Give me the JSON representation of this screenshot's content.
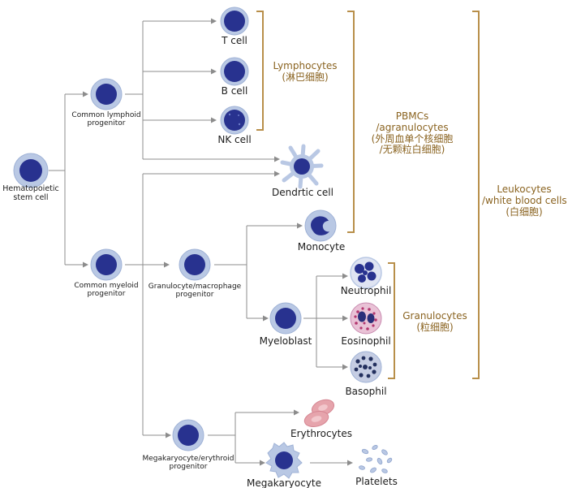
{
  "nodes": {
    "hsc": [
      "Hematopoietic",
      "stem cell"
    ],
    "clp": [
      "Common lymphoid",
      "progenitor"
    ],
    "cmp": [
      "Common myeloid",
      "progenitor"
    ],
    "gmp": [
      "Granulocyte/macrophage",
      "progenitor"
    ],
    "mep": [
      "Megakaryocyte/erythroid",
      "progenitor"
    ],
    "tcell": "T cell",
    "bcell": "B cell",
    "nkcell": "NK cell",
    "dendritic": "Dendrtic cell",
    "monocyte": "Monocyte",
    "myeloblast": "Myeloblast",
    "neutrophil": "Neutrophil",
    "eosinophil": "Eosinophil",
    "basophil": "Basophil",
    "erythrocytes": "Erythrocytes",
    "megakaryocyte": "Megakaryocyte",
    "platelets": "Platelets"
  },
  "groups": {
    "lymphocytes": [
      "Lymphocytes",
      "(淋巴细胞)"
    ],
    "pbmc": [
      "PBMCs",
      "/agranulocytes",
      "(外周血单个核细胞",
      "/无颗粒白细胞)"
    ],
    "granulocytes": [
      "Granulocytes",
      "(粒细胞)"
    ],
    "leukocytes": [
      "Leukocytes",
      "/white blood cells",
      "(白细胞)"
    ]
  },
  "colors": {
    "nucleus": "#28328f",
    "membrane": "#b9c8e4",
    "line": "#8c8c8c",
    "bracket": "#b88f4a",
    "bracket_text": "#8a6320",
    "erythrocyte": "#e6a4ac",
    "eosinophil_granules": "#b2356e",
    "basophil_granules": "#23305e"
  }
}
